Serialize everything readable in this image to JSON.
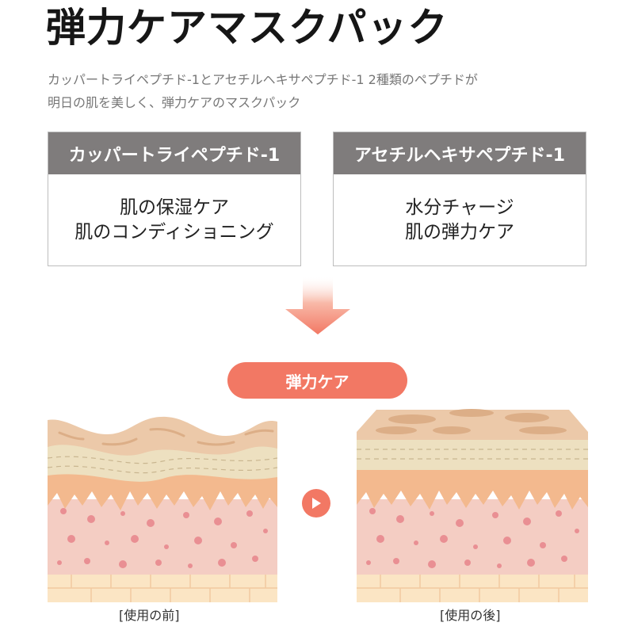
{
  "title": "弾力ケアマスクパック",
  "subtitle_lines": [
    "カッパートライペプチド-1とアセチルヘキサペプチド-1 2種類のペプチドが",
    "明日の肌を美しく、弾力ケアのマスクパック"
  ],
  "cards": [
    {
      "header": "カッパートライペプチド-1",
      "lines": [
        "肌の保湿ケア",
        "肌のコンディショニング"
      ]
    },
    {
      "header": "アセチルヘキサペプチド-1",
      "lines": [
        "水分チャージ",
        "肌の弾力ケア"
      ]
    }
  ],
  "pill_label": "弾力ケア",
  "captions": {
    "before": "[使用の前]",
    "after": "[使用の後]"
  },
  "colors": {
    "accent": "#f27864",
    "card_header": "#7f7c7c",
    "skin_surface": "#ecc9a9",
    "skin_band": "#ede0c0",
    "dermis": "#f3b98e",
    "tissue": "#f4cdc3",
    "dots": "#e98f93",
    "base": "#fbe5c4"
  },
  "icons": [
    "down-arrow-icon",
    "play-arrow-icon"
  ]
}
